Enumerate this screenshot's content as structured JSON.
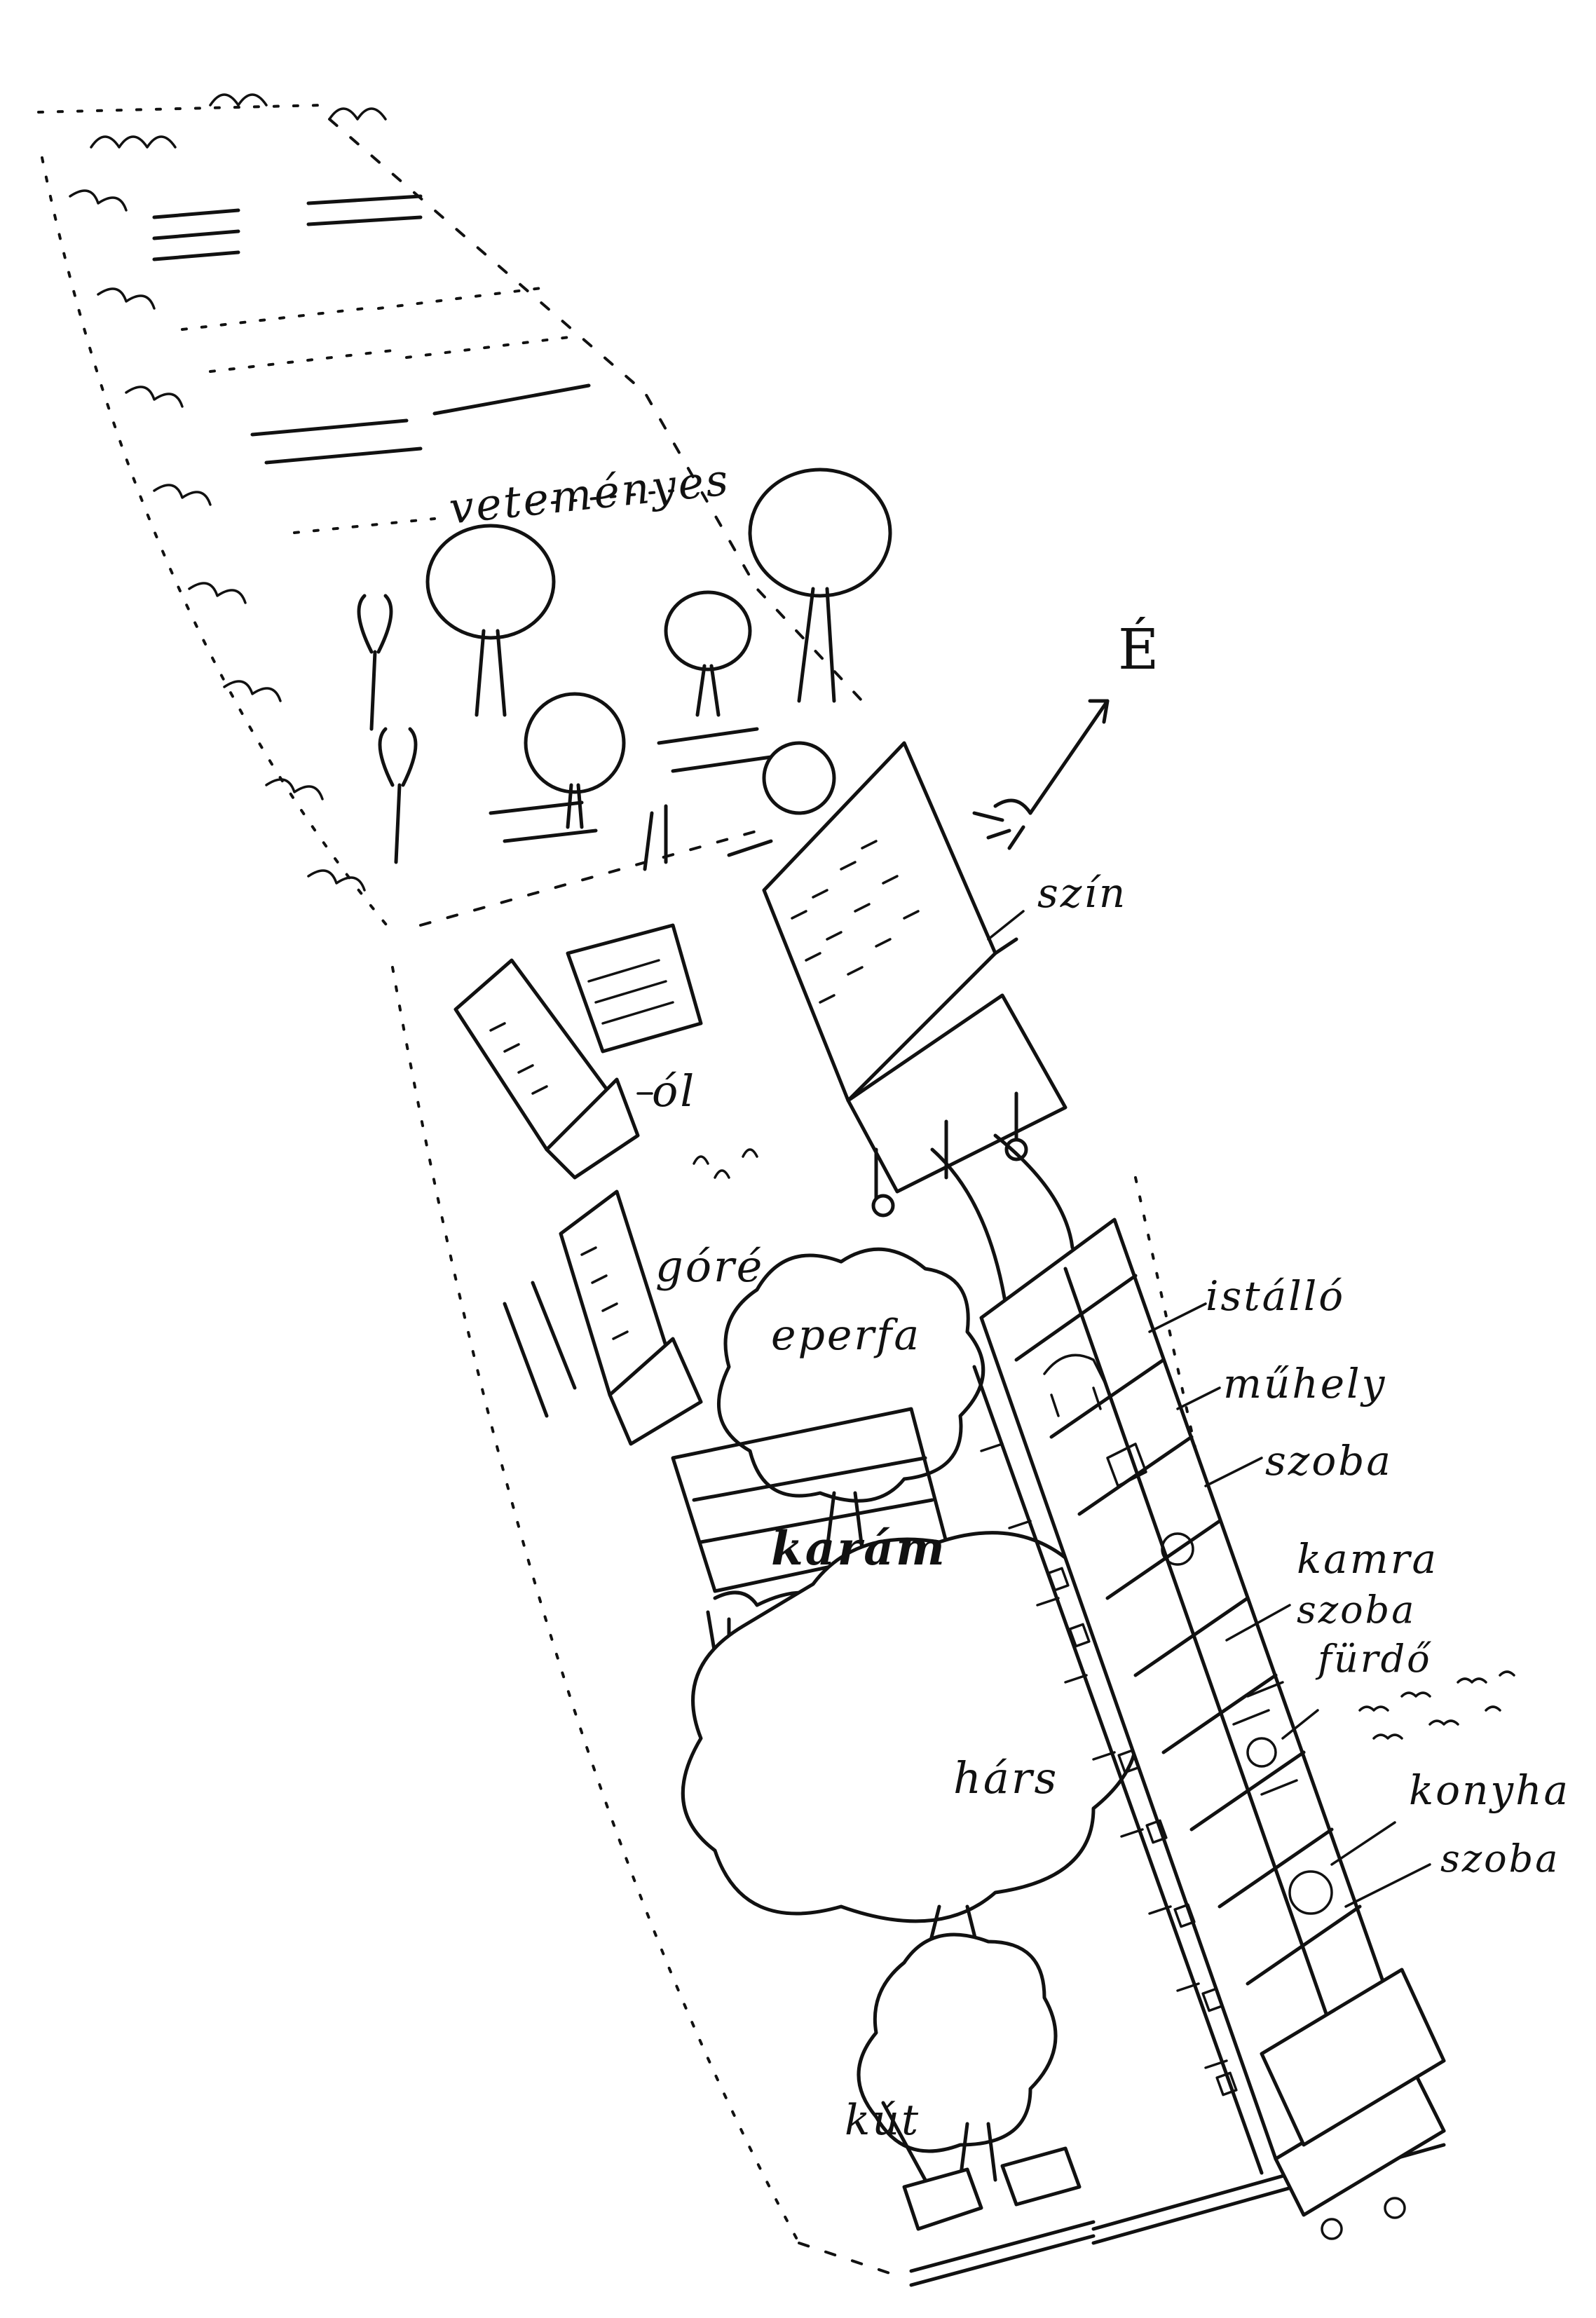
{
  "labels": {
    "vetemenyes": "veteményes",
    "szin": "szín",
    "ol": "ól",
    "gore": "góré",
    "eperfa": "eperfa",
    "karam": "karám",
    "istallo": "istálló",
    "muhely": "műhely",
    "szoba_1": "szoba",
    "kamra": "kamra",
    "szoba_2": "szoba",
    "furdo": "fürdő",
    "konyha": "konyha",
    "szoba_3": "szoba",
    "hars": "hárs",
    "kut": "kút"
  },
  "compass": {
    "direction": "É",
    "icon": "north-arrow-hand-icon"
  },
  "colors": {
    "ink": "#111111",
    "paper": "#ffffff"
  }
}
